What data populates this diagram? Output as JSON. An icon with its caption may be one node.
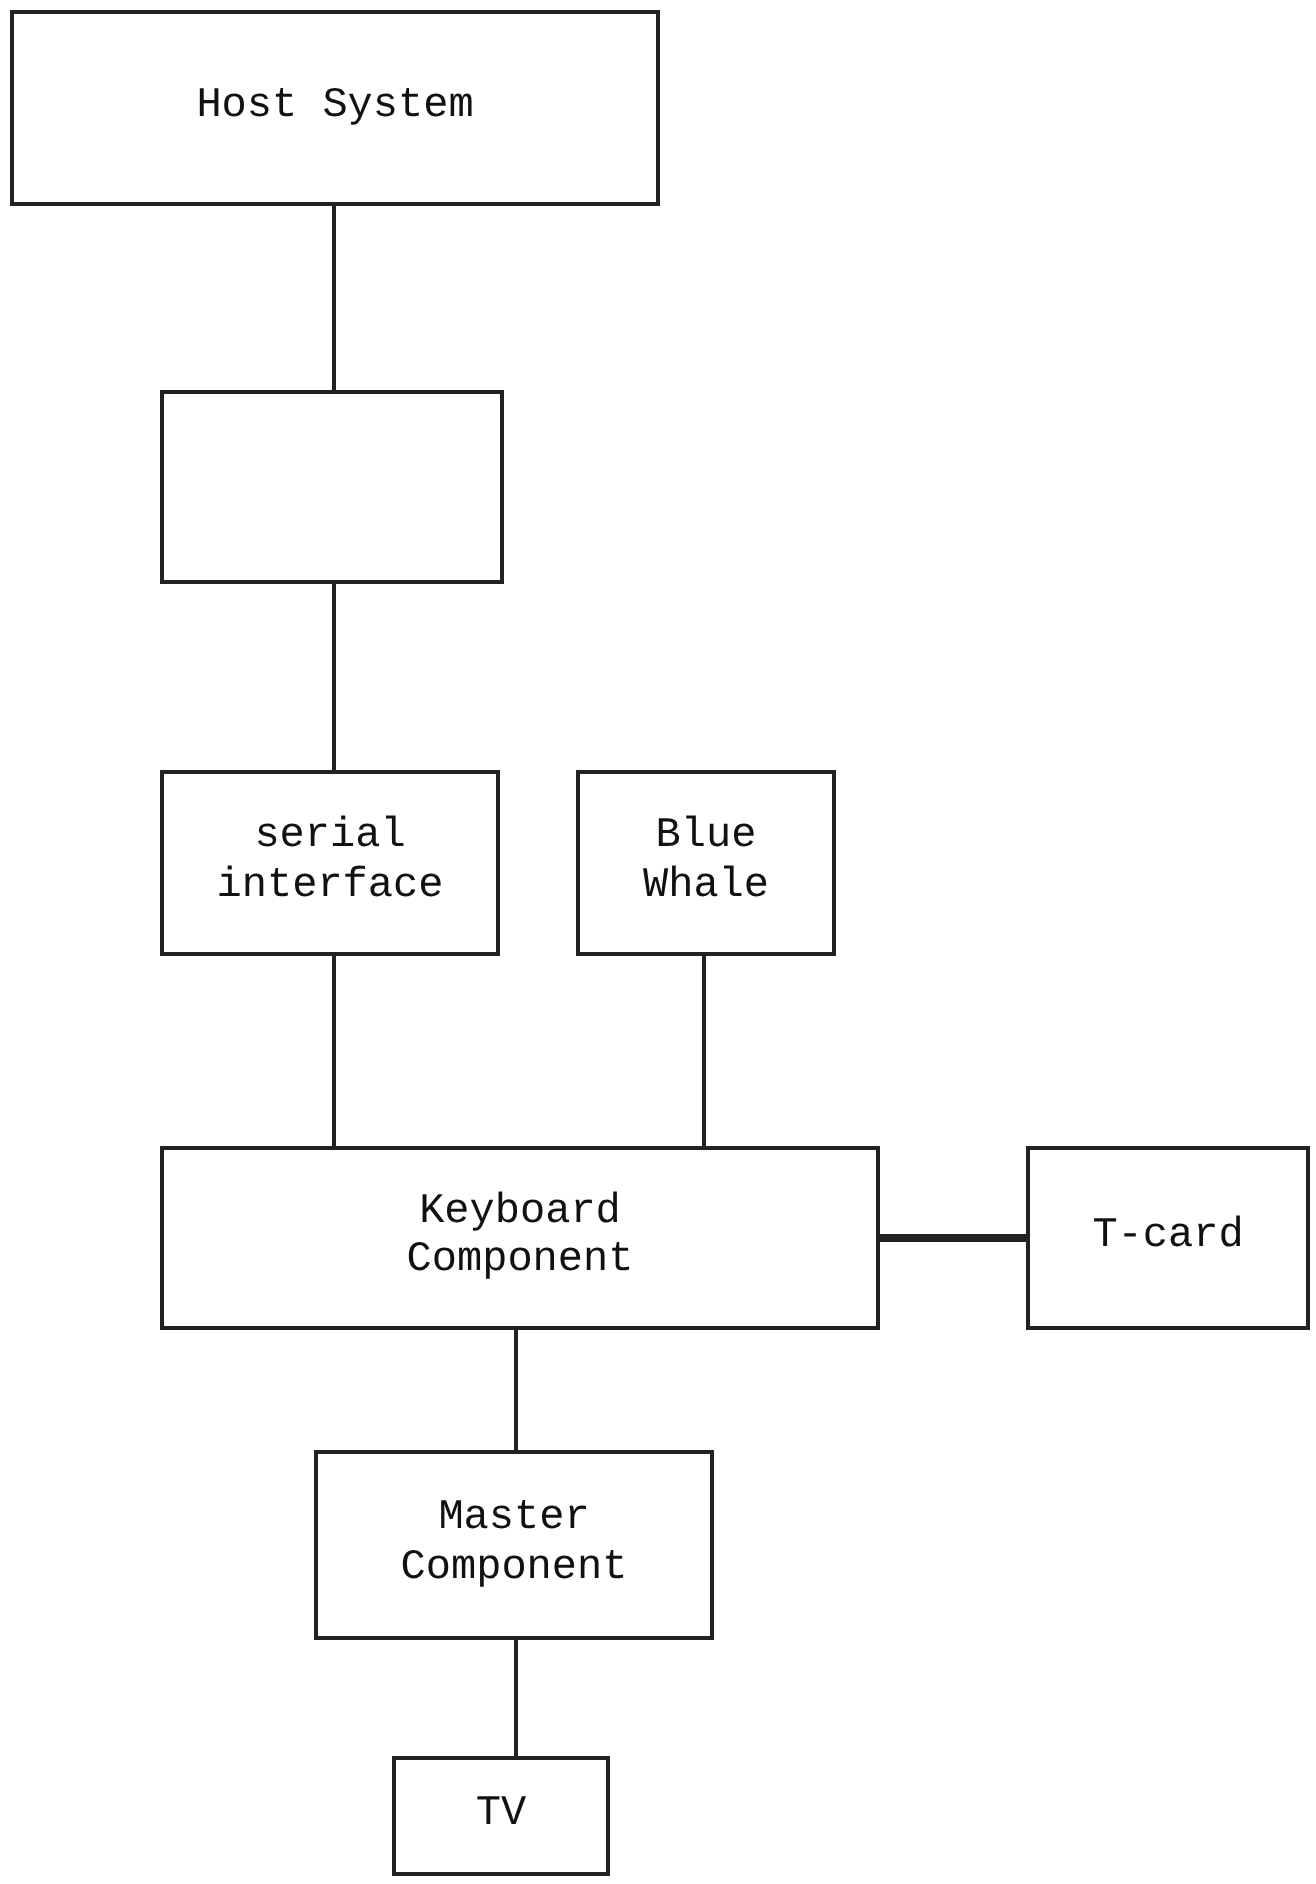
{
  "diagram": {
    "nodes": [
      {
        "text": [
          "Host System"
        ]
      },
      {
        "text": [],
        "shape": "box"
      },
      {
        "text": [
          "serial interface"
        ]
      },
      {
        "text": [
          "Blue Whale"
        ]
      },
      {
        "text": [
          "Keyboard Component"
        ]
      },
      {
        "text": [
          "T-card"
        ]
      },
      {
        "text": [
          "Master Component"
        ]
      },
      {
        "text": [
          "TV"
        ]
      }
    ],
    "edges": [
      {
        "from": 0,
        "to": 1,
        "arrow": "none"
      },
      {
        "from": 1,
        "to": 2,
        "arrow": "none"
      },
      {
        "from": 2,
        "to": 4,
        "arrow": "none"
      },
      {
        "from": 3,
        "to": 4,
        "arrow": "none"
      },
      {
        "from": 4,
        "to": 5,
        "arrow": "none",
        "style": "thick"
      },
      {
        "from": 4,
        "to": 6,
        "arrow": "none"
      },
      {
        "from": 6,
        "to": 7,
        "arrow": "none"
      }
    ]
  }
}
